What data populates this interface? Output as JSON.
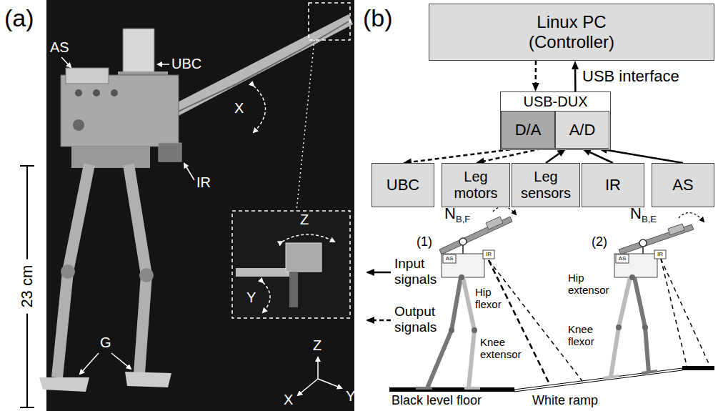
{
  "diagram": {
    "nodes": [
      {
        "text": [
          "Linux PC (Controller)"
        ]
      },
      {
        "text": [
          "USB-DUX"
        ]
      },
      {
        "text": [
          "D/A"
        ],
        "in": 1
      },
      {
        "text": [
          "A/D"
        ],
        "in": 1
      },
      {
        "text": [
          "UBC"
        ]
      },
      {
        "text": [
          "Leg motors"
        ]
      },
      {
        "text": [
          "Leg sensors"
        ]
      },
      {
        "text": [
          "IR"
        ]
      },
      {
        "text": [
          "AS"
        ]
      }
    ],
    "edges": [
      {
        "from": 0,
        "to": 1,
        "arrow": "to"
      },
      {
        "from": 1,
        "to": 0,
        "arrow": "to",
        "label": "USB interface"
      },
      {
        "from": 2,
        "to": 4,
        "arrow": "to"
      },
      {
        "from": 2,
        "to": 5,
        "arrow": "to"
      },
      {
        "from": 6,
        "to": 3,
        "arrow": "to"
      },
      {
        "from": 7,
        "to": 3,
        "arrow": "to"
      },
      {
        "from": 8,
        "to": 3,
        "arrow": "to"
      }
    ],
    "labels": [
      "(a)",
      "UBC",
      "AS",
      "IR",
      "X",
      "Z",
      "Y",
      "G",
      "23 cm",
      "Z",
      "Y",
      "X",
      "(b)",
      "N",
      "B,F",
      "(1)",
      "AS",
      "IR",
      "Hip flexor",
      "Knee extensor",
      "(2)",
      "N",
      "B,E",
      "AS",
      "IR",
      "Hip extensor",
      "Knee flexor",
      "Black level floor",
      "White ramp"
    ],
    "legend": [
      {
        "text": "Input signals"
      },
      {
        "text": "Output signals"
      }
    ]
  }
}
